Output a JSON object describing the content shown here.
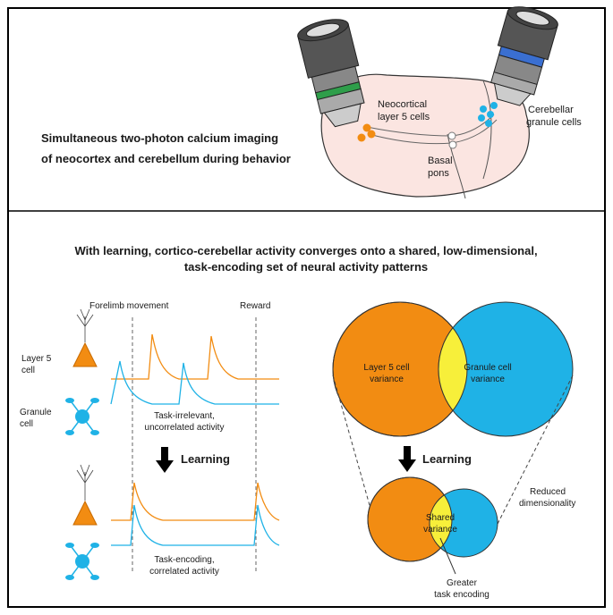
{
  "summary": {
    "line1": "Simultaneous two-photon calcium imaging",
    "line2": "of neocortex and cerebellum during behavior"
  },
  "brain": {
    "neocortical_label1": "Neocortical",
    "neocortical_label2": "layer 5 cells",
    "cerebellar_label1": "Cerebellar",
    "cerebellar_label2": "granule cells",
    "pons_label1": "Basal",
    "pons_label2": "pons"
  },
  "headline": {
    "line1": "With learning, cortico-cerebellar activity converges onto a shared, low-dimensional,",
    "line2": "task-encoding set of neural activity patterns"
  },
  "traces": {
    "forelimb_label": "Forelimb movement",
    "reward_label": "Reward",
    "layer5_label1": "Layer 5",
    "layer5_label2": "cell",
    "granule_label1": "Granule",
    "granule_label2": "cell",
    "before_caption1": "Task-irrelevant,",
    "before_caption2": "uncorrelated activity",
    "learning_label": "Learning",
    "after_caption1": "Task-encoding,",
    "after_caption2": "correlated activity"
  },
  "venn": {
    "layer5_variance1": "Layer 5 cell",
    "layer5_variance2": "variance",
    "granule_variance1": "Granule cell",
    "granule_variance2": "variance",
    "learning_label": "Learning",
    "reduced1": "Reduced",
    "reduced2": "dimensionality",
    "shared1": "Shared",
    "shared2": "variance",
    "greater1": "Greater",
    "greater2": "task encoding"
  },
  "colors": {
    "orange": "#f28c12",
    "cyan": "#1fb2e6",
    "yellow": "#f7ef3a",
    "brain_fill": "#fbe5e1",
    "objective_green": "#2e9e4a",
    "objective_blue": "#3a6fd1"
  }
}
